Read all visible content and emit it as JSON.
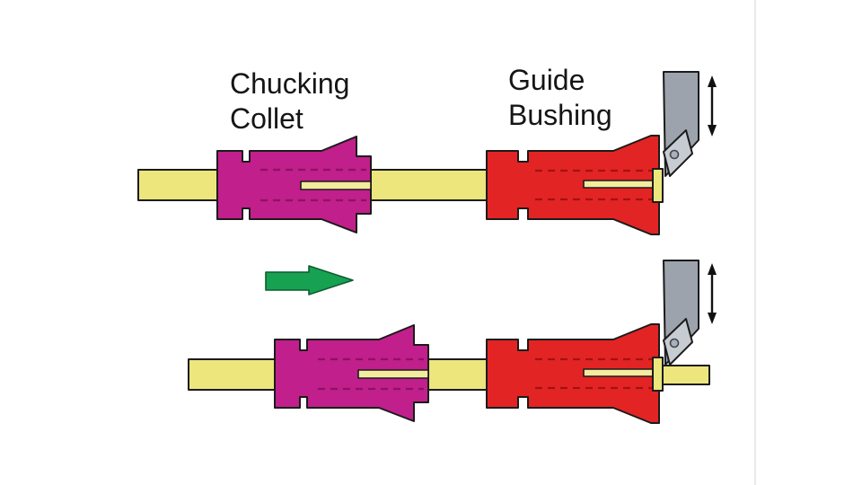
{
  "scene": {
    "labels": {
      "chucking_collet_line1": "Chucking",
      "chucking_collet_line2": "Collet",
      "guide_bushing_line1": "Guide",
      "guide_bushing_line2": "Bushing"
    },
    "colors": {
      "background": "#ffffff",
      "outline": "#1b1b1b",
      "text": "#151515",
      "bar": "#ece67d",
      "slot": "#f3eb9e",
      "collet": "#c11f8b",
      "collet_dash": "#8c1263",
      "bushing": "#e32424",
      "bushing_dash": "#a31212",
      "tool_body": "#9da3ac",
      "tool_insert": "#c7ccd3",
      "tool_hole": "#aab0b9",
      "tool_hole_ring": "#40444c",
      "arrow_green": "#17a251",
      "arrow_green_dark": "#0c5c30",
      "arrow_black": "#111111",
      "seam": "#eaeaee"
    },
    "icons": {
      "feed_direction_arrow": "right-arrow",
      "tool_motion_arrow_top": "double-headed-vertical-arrow",
      "tool_motion_arrow_bottom": "double-headed-vertical-arrow"
    }
  }
}
